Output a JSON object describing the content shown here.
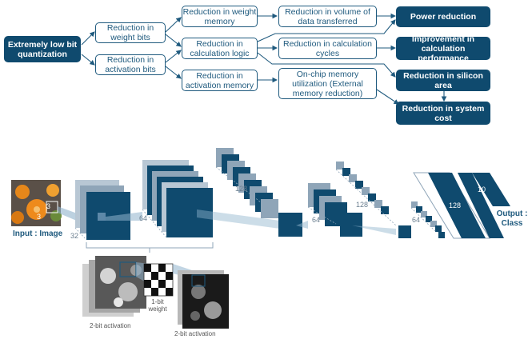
{
  "flow": {
    "root": "Extremely low bit quantization",
    "level1": [
      "Reduction in weight bits",
      "Reduction in activation bits"
    ],
    "level2": [
      "Reduction in weight memory",
      "Reduction in calculation logic",
      "Reduction in activation memory"
    ],
    "level3": [
      "Reduction in volume of data transferred",
      "Reduction in calculation cycles",
      "On-chip memory utilization (External memory reduction)"
    ],
    "results": [
      "Power reduction",
      "Improvement in calculation performance",
      "Reduction in silicon area",
      "Reduction in system cost"
    ]
  },
  "cnn": {
    "input_label": "Input : Image",
    "output_label": "Output : Class",
    "input_dims": [
      "3",
      "3"
    ],
    "channel_labels": [
      "32",
      "64",
      "128",
      "64",
      "128",
      "64",
      "128",
      "10"
    ],
    "inset": {
      "activation_left": "2-bit activation",
      "weight": "1-bit weight",
      "activation_right": "2-bit activation"
    }
  },
  "colors": {
    "dark": "#0f4a6e",
    "mid": "#1f5a7e",
    "shadow": "#8fa5b8",
    "light": "#c5d2dd"
  }
}
